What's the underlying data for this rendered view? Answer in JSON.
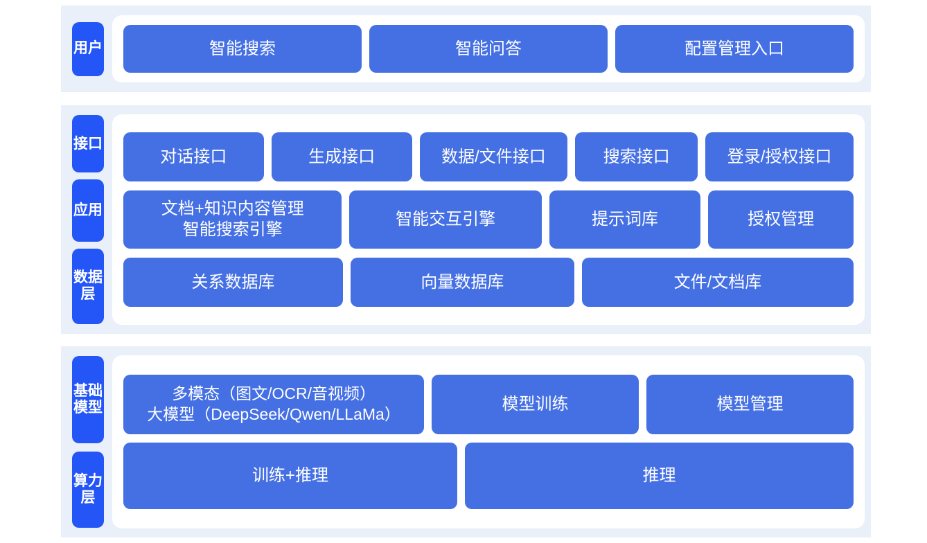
{
  "colors": {
    "page_background": "#ffffff",
    "band_background": "#eaf0f9",
    "panel_background": "#ffffff",
    "label_chip": "#2355f7",
    "box": "#4570e4",
    "box_text": "#ffffff"
  },
  "sections": [
    {
      "id": "user",
      "labels": [
        {
          "text": "用户"
        }
      ],
      "rows": [
        {
          "boxes": [
            {
              "text": "智能搜索",
              "flex": 1
            },
            {
              "text": "智能问答",
              "flex": 1
            },
            {
              "text": "配置管理入口",
              "flex": 1
            }
          ]
        }
      ]
    },
    {
      "id": "app",
      "labels": [
        {
          "text": "接口"
        },
        {
          "text": "应用"
        },
        {
          "text": "数据层"
        }
      ],
      "rows": [
        {
          "boxes": [
            {
              "text": "对话接口",
              "flex": 1
            },
            {
              "text": "生成接口",
              "flex": 1
            },
            {
              "text": "数据/文件接口",
              "flex": 1.06
            },
            {
              "text": "搜索接口",
              "flex": 0.86
            },
            {
              "text": "登录/授权接口",
              "flex": 1.06
            }
          ]
        },
        {
          "boxes": [
            {
              "text": "文档+知识内容管理\n智能搜索引擎",
              "flex": 1.33
            },
            {
              "text": "智能交互引擎",
              "flex": 1.16
            },
            {
              "text": "提示词库",
              "flex": 0.9
            },
            {
              "text": "授权管理",
              "flex": 0.86
            }
          ]
        },
        {
          "boxes": [
            {
              "text": "关系数据库",
              "flex": 1
            },
            {
              "text": "向量数据库",
              "flex": 1.02
            },
            {
              "text": "文件/文档库",
              "flex": 1.25
            }
          ]
        }
      ]
    },
    {
      "id": "model",
      "labels": [
        {
          "text": "基础模型"
        },
        {
          "text": "算力层"
        }
      ],
      "rows": [
        {
          "boxes": [
            {
              "text": "多模态（图文/OCR/音视频）\n大模型（DeepSeek/Qwen/LLaMa）",
              "flex": 1.3
            },
            {
              "text": "模型训练",
              "flex": 0.88
            },
            {
              "text": "模型管理",
              "flex": 0.88
            }
          ]
        },
        {
          "boxes": [
            {
              "text": "训练+推理",
              "flex": 1
            },
            {
              "text": "推理",
              "flex": 1.17
            }
          ]
        }
      ]
    }
  ]
}
